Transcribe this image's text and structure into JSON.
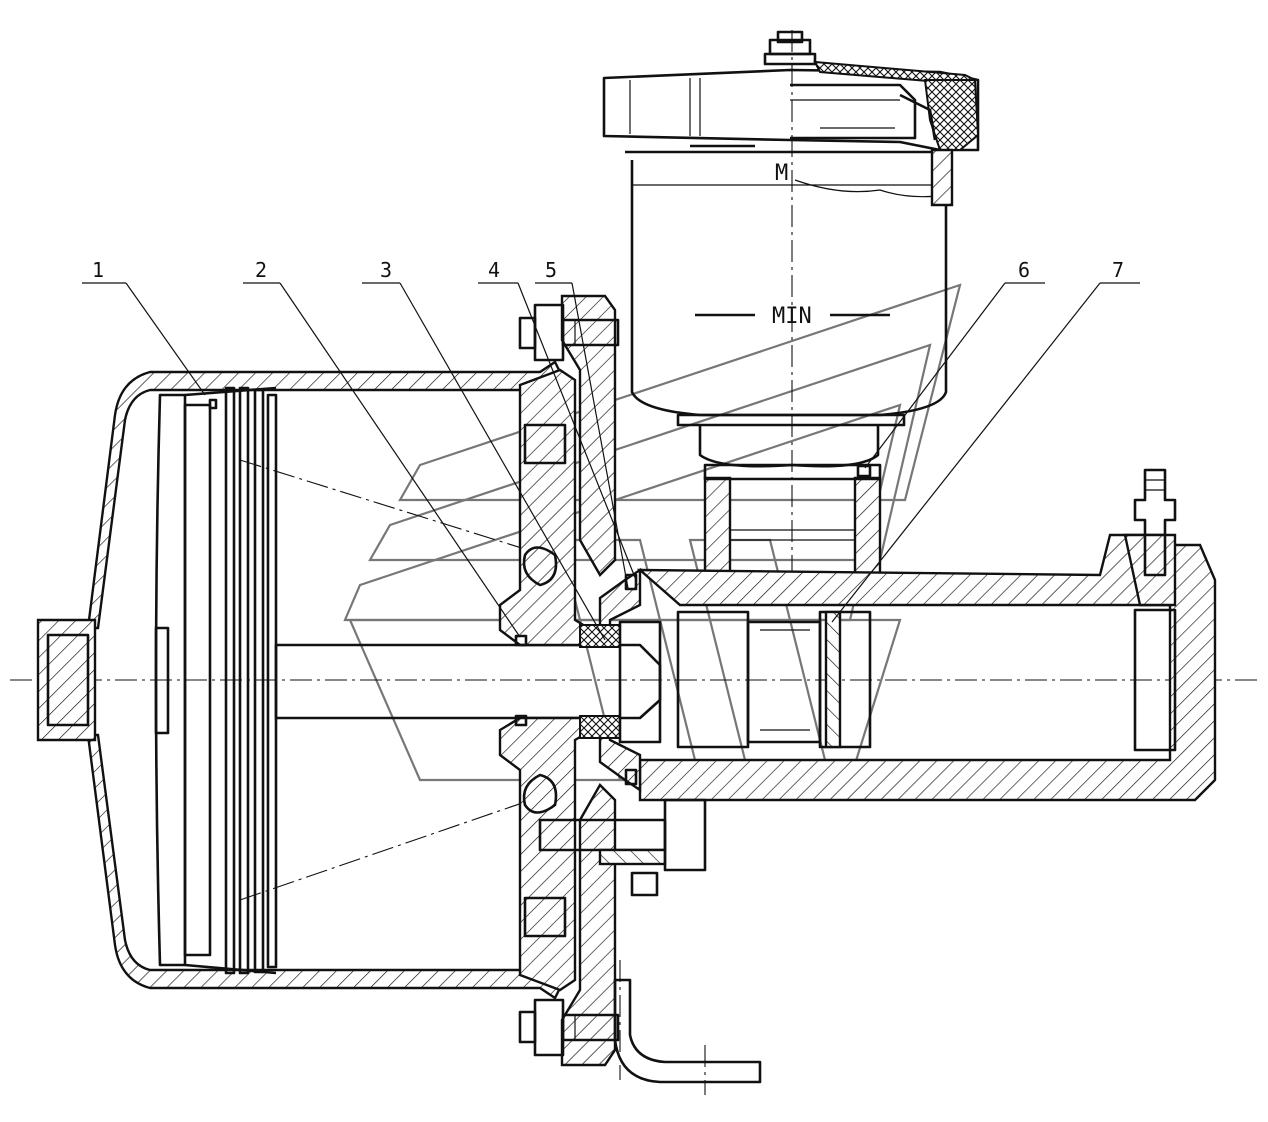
{
  "callouts": [
    {
      "label": "1"
    },
    {
      "label": "2"
    },
    {
      "label": "3"
    },
    {
      "label": "4"
    },
    {
      "label": "5"
    },
    {
      "label": "6"
    },
    {
      "label": "7"
    }
  ],
  "reservoir": {
    "min_mark": "MIN",
    "max_mark_partial": "M"
  }
}
